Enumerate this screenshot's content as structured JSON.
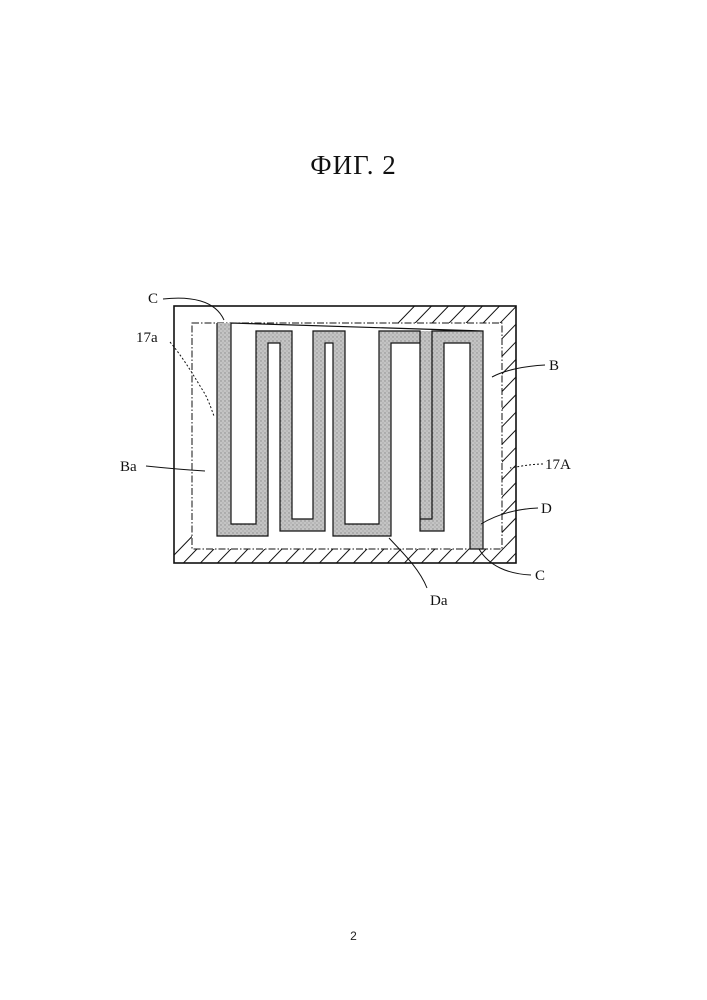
{
  "figure": {
    "title": "ФИГ. 2",
    "page_number": "2"
  },
  "labels": {
    "c_top": "C",
    "l17a": "17a",
    "b": "B",
    "ba": "Ba",
    "l17A": "17A",
    "d": "D",
    "c_bottom": "C",
    "da": "Da"
  },
  "colors": {
    "line": "#111111",
    "trace_fill": "#b9b9b9",
    "background": "#ffffff"
  }
}
